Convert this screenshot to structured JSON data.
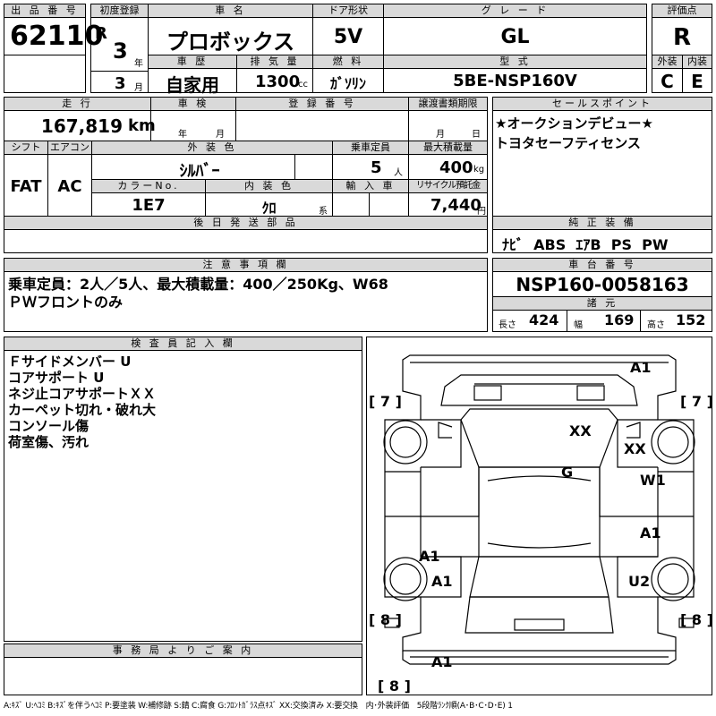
{
  "labels": {
    "lot_no": "出 品 番 号",
    "first_reg": "初度登録",
    "model": "車 名",
    "door": "ドア形状",
    "grade": "グ レ ー ド",
    "score": "評価点",
    "history": "車 歴",
    "displacement": "排 気 量",
    "fuel": "燃 料",
    "type_code": "型 式",
    "exterior": "外装",
    "interior": "内装",
    "mileage": "走 行",
    "inspection": "車 検",
    "reg_no": "登 録 番 号",
    "transfer_deadline": "譲渡書類期限",
    "sales_point": "セールスポイント",
    "shift": "シフト",
    "aircon": "エアコン",
    "ext_color": "外 装 色",
    "capacity": "乗車定員",
    "max_load": "最大積載量",
    "color_no": "カラーNo.",
    "int_color": "内 装 色",
    "import": "輸 入 車",
    "recycle": "リサイクル預託金",
    "later_parts": "後 日 発 送 部 品",
    "equipment": "純 正 装 備",
    "notes": "注 意 事 項 欄",
    "chassis_no": "車 台 番 号",
    "specs": "諸 元",
    "length": "長さ",
    "width": "幅",
    "height": "高さ",
    "inspector": "検 査 員 記 入 欄",
    "office": "事 務 局 よ り ご 案 内",
    "year_unit": "年",
    "month_unit": "月",
    "cc_unit": "cc",
    "km_unit": "km",
    "person_unit": "人",
    "kg_unit": "kg",
    "yen_unit": "円",
    "kei_unit": "系"
  },
  "vehicle": {
    "lot_no": "62110",
    "era": "R",
    "year": "3",
    "month": "3",
    "model": "プロボックス",
    "door": "5V",
    "grade": "GL",
    "score": "R",
    "history": "自家用",
    "displacement": "1300",
    "fuel": "ｶﾞｿﾘﾝ",
    "type_code": "5BE-NSP160V",
    "exterior_grade": "C",
    "interior_grade": "E",
    "mileage": "167,819",
    "shift": "FAT",
    "aircon": "AC",
    "ext_color": "ｼﾙﾊﾞｰ",
    "capacity": "5",
    "max_load": "400",
    "color_no": "1E7",
    "int_color": "ｸﾛ",
    "recycle": "7,440",
    "equipment": "ﾅﾋﾞ  ABS  ｴｱB  PS  PW",
    "chassis_no": "NSP160-0058163",
    "length": "424",
    "width": "169",
    "height": "152"
  },
  "sales_points": [
    "★オークションデビュー★",
    "トヨタセーフティセンス"
  ],
  "notes": [
    "乗車定員：2人／5人、最大積載量：400／250Kg、W68",
    "ＰＷフロントのみ"
  ],
  "inspector_lines": [
    "Ｆサイドメンバー U",
    "コアサポート U",
    "ネジ止コアサポートＸＸ",
    "カーペット切れ・破れ大",
    "コンソール傷",
    "荷室傷、汚れ"
  ],
  "diagram_marks": {
    "front": "A1",
    "tl_7": "[ 7 ]",
    "tr_7": "[ 7 ]",
    "xx_top": "XX",
    "xx_right": "XX",
    "g": "G",
    "w1": "W1",
    "a1_right": "A1",
    "a1_left": "A1",
    "a1_left_low": "A1",
    "u2": "U2",
    "bl_8": "[ 8 ]",
    "br_8": "[ 8 ]",
    "rear_a1": "A1",
    "rear_8": "[ 8 ]"
  },
  "legend": "A:ｷｽﾞ U:ﾍｺﾐ B:ｷｽﾞを伴うﾍｺﾐ P:要塗装 W:補修跡 S:錆 C:腐食 G:ﾌﾛﾝﾄｶﾞﾗｽ点ｷｽﾞ XX:交換済み X:要交換　内･外装評価　5段階ﾗﾝｸ順(A･B･C･D･E) 1"
}
